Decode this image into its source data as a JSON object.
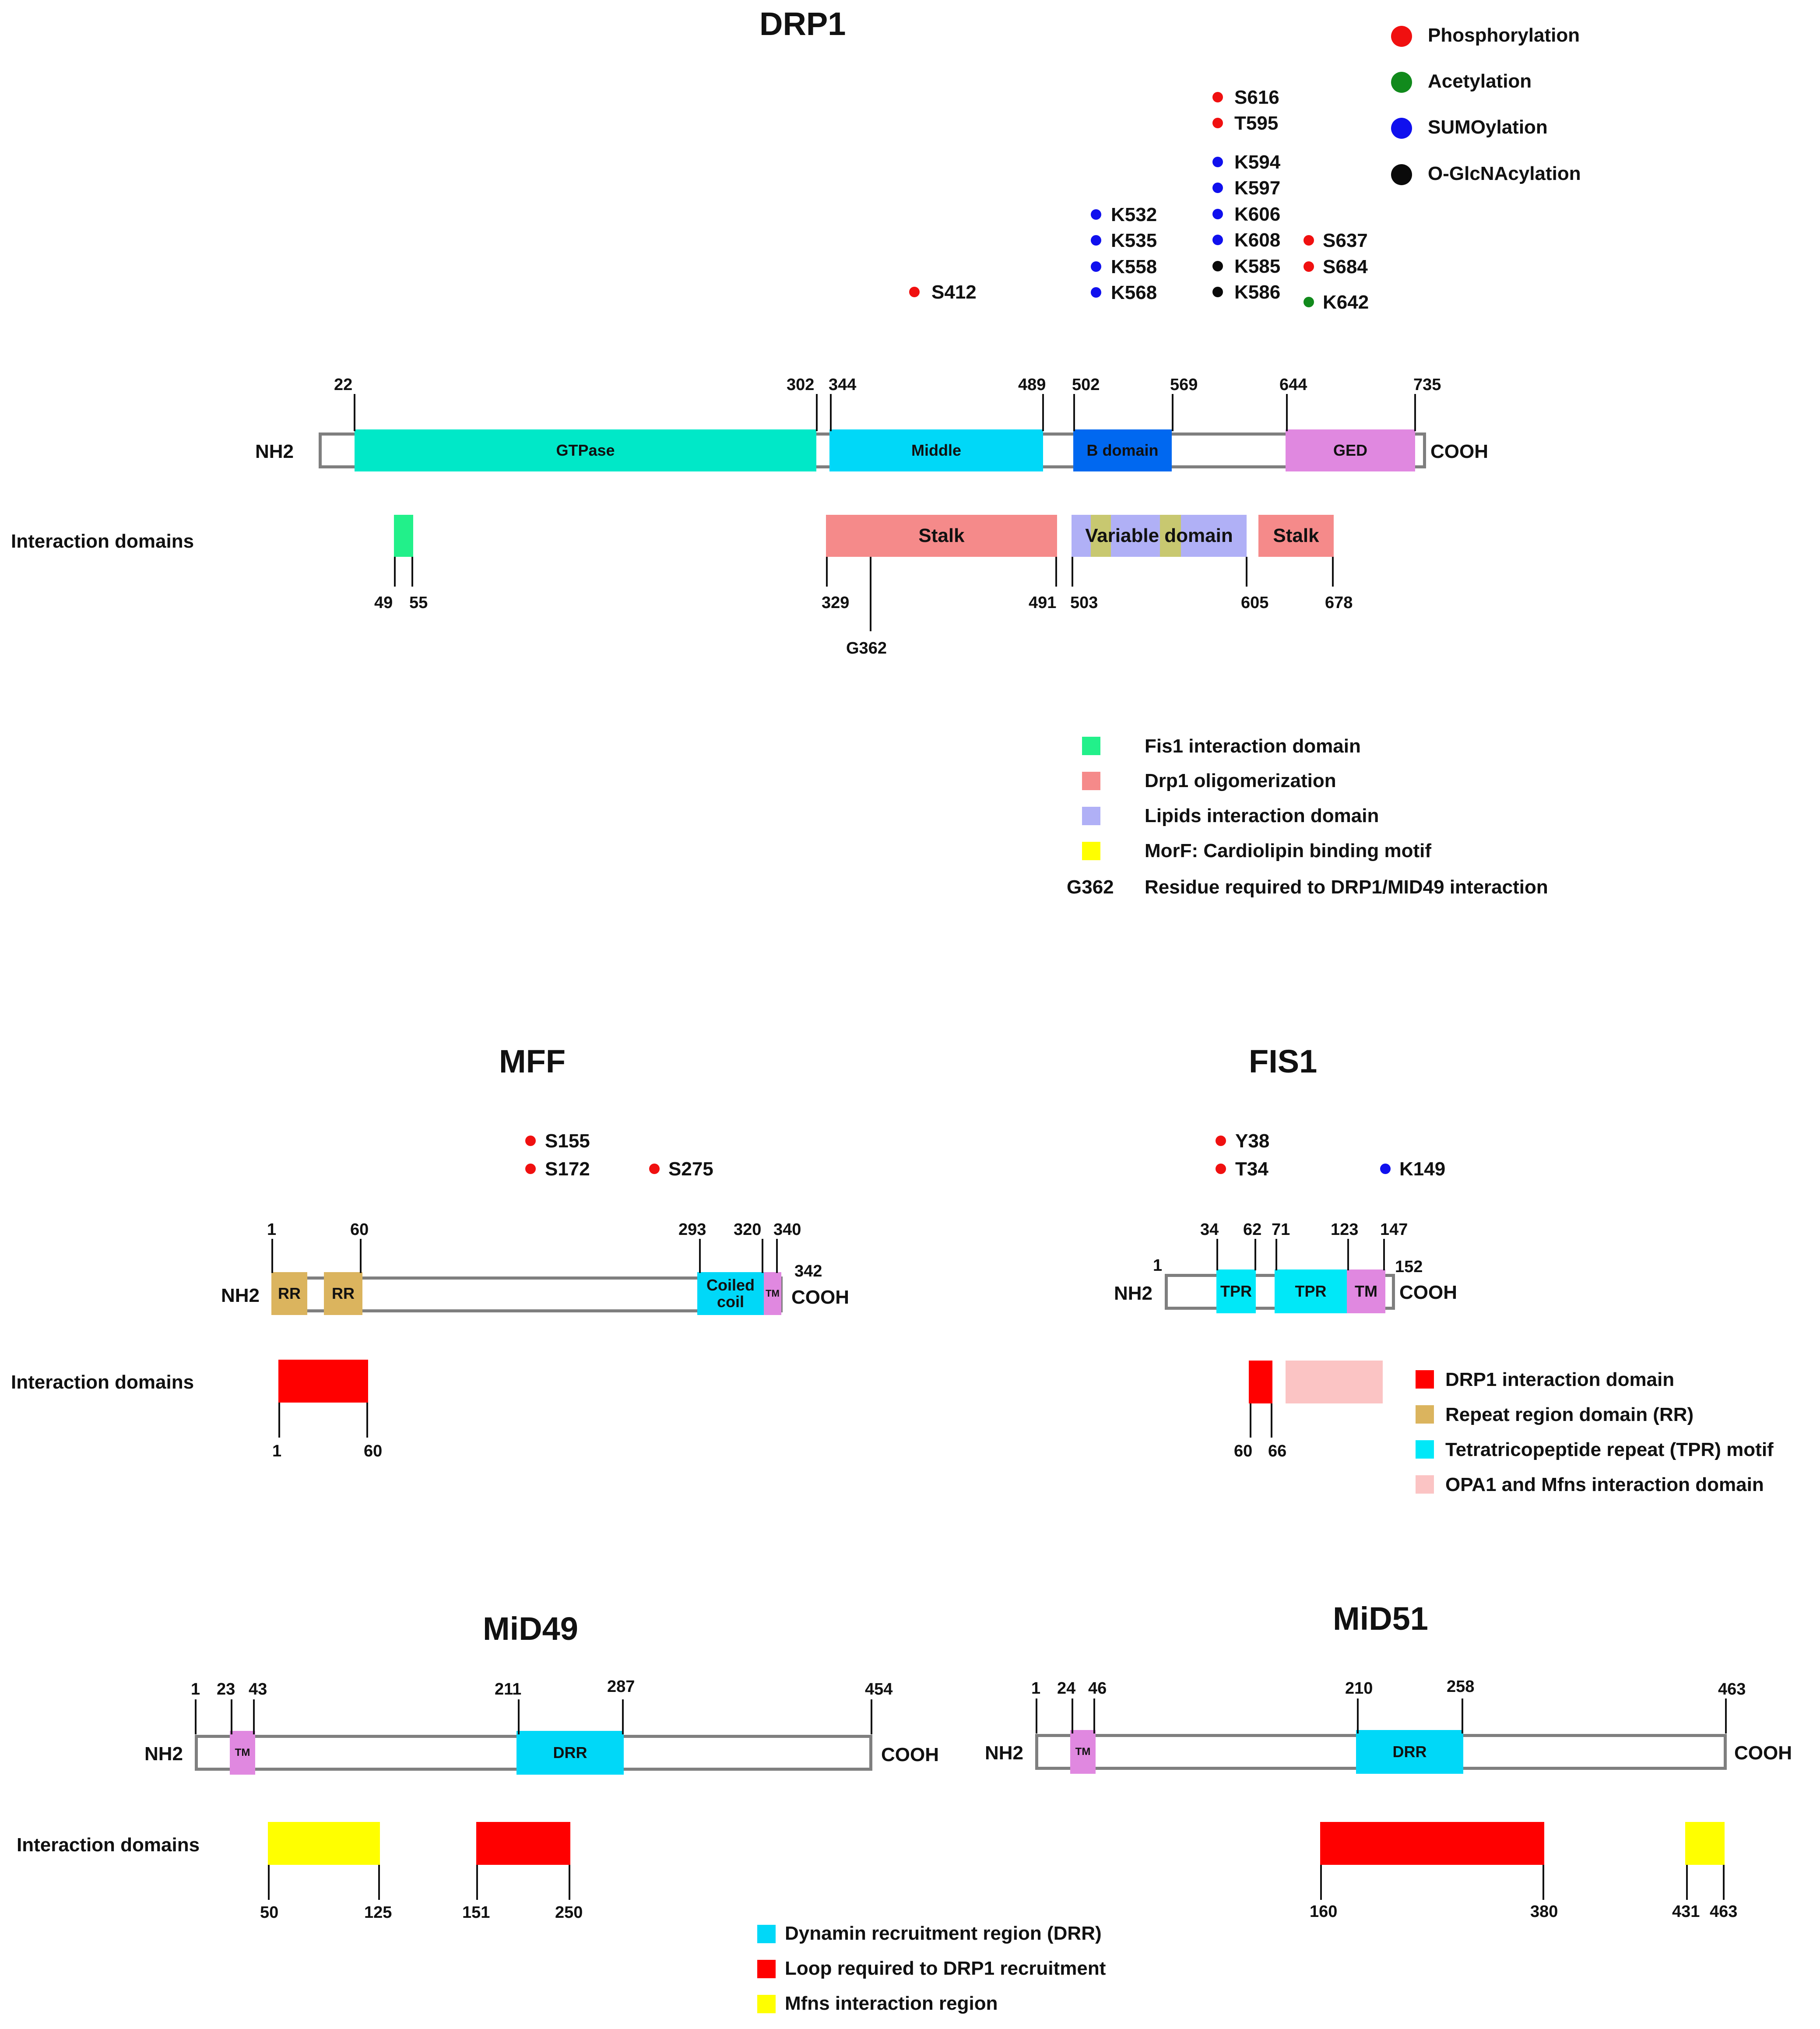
{
  "drp1": {
    "title": "DRP1",
    "nh2": "NH2",
    "cooh": "COOH",
    "ptm_legend": [
      {
        "label": "Phosphorylation",
        "color": "#f01010"
      },
      {
        "label": "Acetylation",
        "color": "#118a1c"
      },
      {
        "label": "SUMOylation",
        "color": "#1010ee"
      },
      {
        "label": "O-GlcNAcylation",
        "color": "#0a0a0a"
      }
    ],
    "sites": {
      "s412": "S412",
      "col1": [
        "K532",
        "K535",
        "K558",
        "K568"
      ],
      "col2_top": [
        "S616",
        "T595"
      ],
      "col2": [
        "K594",
        "K597",
        "K606",
        "K608",
        "K585",
        "K586"
      ],
      "col3": [
        "S637",
        "S684",
        "K642"
      ]
    },
    "domains": {
      "gtpase": "GTPase",
      "middle": "Middle",
      "bdomain": "B domain",
      "ged": "GED"
    },
    "positions": {
      "p22": "22",
      "p302": "302",
      "p344": "344",
      "p489": "489",
      "p502": "502",
      "p569": "569",
      "p644": "644",
      "p735": "735"
    },
    "interaction_label": "Interaction domains",
    "interaction": {
      "stalk1": "Stalk",
      "variable": "Variable domain",
      "stalk2": "Stalk"
    },
    "int_positions": {
      "p49": "49",
      "p55": "55",
      "p329": "329",
      "p491": "491",
      "p503": "503",
      "p605": "605",
      "p678": "678",
      "g362": "G362"
    },
    "legend": [
      {
        "label": "Fis1 interaction domain",
        "color": "#22f08a"
      },
      {
        "label": "Drp1 oligomerization",
        "color": "#f58a8a"
      },
      {
        "label": "Lipids interaction domain",
        "color": "#b0b0f6"
      },
      {
        "label": "MorF: Cardiolipin binding motif",
        "color": "#ffff00"
      }
    ],
    "legend_g362": {
      "key": "G362",
      "label": "Residue required to DRP1/MID49 interaction"
    }
  },
  "mff": {
    "title": "MFF",
    "nh2": "NH2",
    "cooh": "COOH",
    "sites": [
      "S155",
      "S172",
      "S275"
    ],
    "domains": {
      "rr1": "RR",
      "rr2": "RR",
      "coiled": "Coiled coil",
      "tm": "TM"
    },
    "positions": {
      "p1": "1",
      "p60": "60",
      "p293": "293",
      "p320": "320",
      "p340": "340",
      "p342": "342"
    },
    "interaction_label": "Interaction domains",
    "int_positions": {
      "p1": "1",
      "p60": "60"
    }
  },
  "fis1": {
    "title": "FIS1",
    "nh2": "NH2",
    "cooh": "COOH",
    "sites": [
      "Y38",
      "T34",
      "K149"
    ],
    "domains": {
      "tpr1": "TPR",
      "tpr2": "TPR",
      "tm": "TM"
    },
    "positions": {
      "p1": "1",
      "p34": "34",
      "p62": "62",
      "p71": "71",
      "p123": "123",
      "p147": "147",
      "p152": "152"
    },
    "int_positions": {
      "p60": "60",
      "p66": "66"
    },
    "legend": [
      {
        "label": "DRP1 interaction domain",
        "color": "#ff0000"
      },
      {
        "label": "Repeat region domain (RR)",
        "color": "#dbb45e"
      },
      {
        "label": "Tetratricopeptide repeat (TPR) motif",
        "color": "#00e8f8"
      },
      {
        "label": "OPA1 and Mfns interaction domain",
        "color": "#fbc4c4"
      }
    ]
  },
  "mid49": {
    "title": "MiD49",
    "nh2": "NH2",
    "cooh": "COOH",
    "domains": {
      "tm": "TM",
      "drr": "DRR"
    },
    "positions": {
      "p1": "1",
      "p23": "23",
      "p43": "43",
      "p211": "211",
      "p287": "287",
      "p454": "454"
    },
    "interaction_label": "Interaction domains",
    "int_positions": {
      "p50": "50",
      "p125": "125",
      "p151": "151",
      "p250": "250"
    }
  },
  "mid51": {
    "title": "MiD51",
    "nh2": "NH2",
    "cooh": "COOH",
    "domains": {
      "tm": "TM",
      "drr": "DRR"
    },
    "positions": {
      "p1": "1",
      "p24": "24",
      "p46": "46",
      "p210": "210",
      "p258": "258",
      "p463": "463"
    },
    "int_positions": {
      "p160": "160",
      "p380": "380",
      "p431": "431",
      "p463": "463"
    }
  },
  "bottom_legend": [
    {
      "label": "Dynamin recruitment region (DRR)",
      "color": "#00d8f8"
    },
    {
      "label": "Loop required to DRP1 recruitment",
      "color": "#ff0000"
    },
    {
      "label": "Mfns interaction region",
      "color": "#ffff00"
    }
  ],
  "colors": {
    "gtpase": "#00e8c8",
    "middle": "#00d8f8",
    "bdomain": "#0068f0",
    "ged": "#e088e0",
    "stalk": "#f58a8a",
    "variable": "#b0b0f6",
    "morf": "#c8c870",
    "rr": "#dbb45e",
    "tm": "#e088e0",
    "red": "#ff0000",
    "yellow": "#ffff00",
    "pink": "#fbc4c4",
    "fis": "#22f08a",
    "backbone": "#7f7f7f"
  }
}
